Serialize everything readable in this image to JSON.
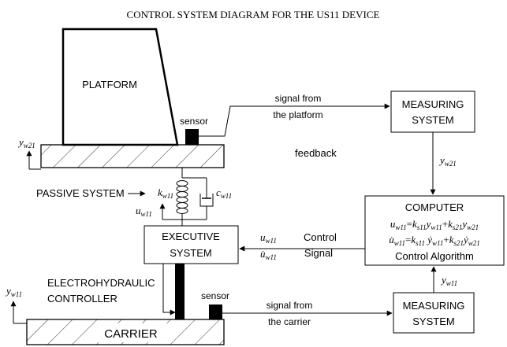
{
  "title": "CONTROL SYSTEM DIAGRAM FOR THE US11 DEVICE",
  "platform": {
    "label": "PLATFORM"
  },
  "sensor_top": "sensor",
  "sensor_bottom": "sensor",
  "signal_platform": {
    "line1": "signal from",
    "line2": "the platform"
  },
  "measuring_top": {
    "line1": "MEASURING",
    "line2": "SYSTEM"
  },
  "measuring_bottom": {
    "line1": "MEASURING",
    "line2": "SYSTEM"
  },
  "feedback": "feedback",
  "computer": {
    "title": "COMPUTER",
    "eq1": {
      "u": "u",
      "u_sub": "w11",
      "k1": "k",
      "k1_sub": "s11",
      "y1": "y",
      "y1_sub": "w11",
      "k2": "k",
      "k2_sub": "s21",
      "y2": "y",
      "y2_sub": "w21"
    },
    "eq2": {
      "u": "u̇",
      "u_sub": "w11",
      "k1": "k",
      "k1_sub": "s11",
      "y1": "ẏ",
      "y1_sub": "w11",
      "k2": "k",
      "k2_sub": "s21",
      "y2": "ẏ",
      "y2_sub": "w21"
    },
    "algo": "Control Algorithm"
  },
  "executive": {
    "line1": "EXECUTIVE",
    "line2": "SYSTEM"
  },
  "control_signal": {
    "line1": "Control",
    "line2": "Signal"
  },
  "passive": "PASSIVE SYSTEM",
  "electro": {
    "line1": "ELECTROHYDRAULIC",
    "line2": "CONTROLLER"
  },
  "carrier": {
    "label": "CARRIER"
  },
  "signal_carrier": {
    "line1": "signal from",
    "line2": "the carrier"
  },
  "sym": {
    "y": "y",
    "w21": "w21",
    "w11": "w11",
    "u": "u",
    "udot": "u̇",
    "k": "k",
    "c": "c"
  }
}
